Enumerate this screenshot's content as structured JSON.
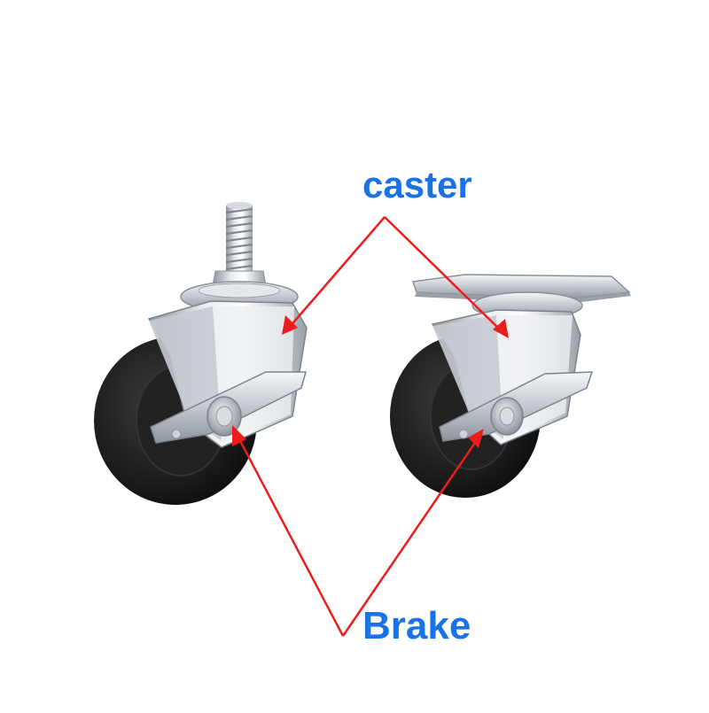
{
  "labels": {
    "caster": "caster",
    "brake": "Brake"
  },
  "colors": {
    "label_blue": "#1a72e8",
    "arrow_red": "#ee1c1c",
    "wheel_black": "#1c1c1c",
    "metal_silver": "#c9ccd2",
    "background": "#ffffff"
  },
  "image_parts": [
    "caster-with-threaded-stem",
    "caster-with-top-plate"
  ]
}
